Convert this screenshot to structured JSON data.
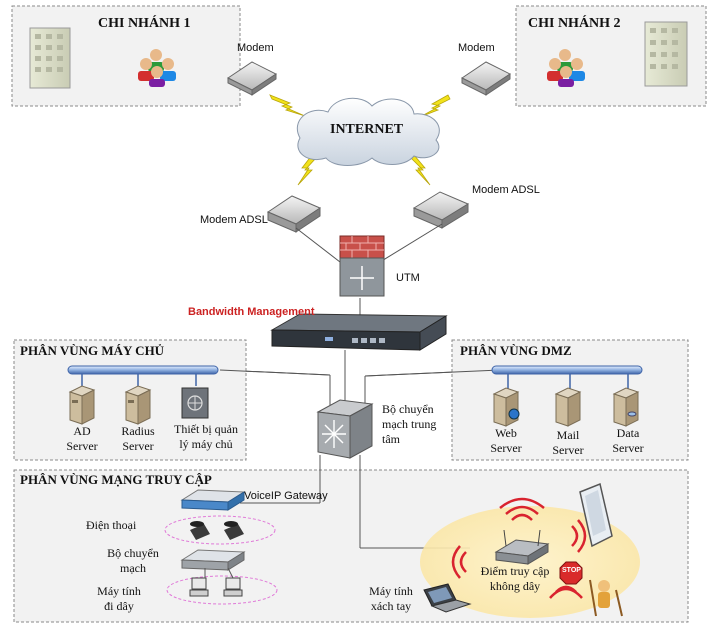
{
  "branch1": {
    "title": "CHI NHÁNH 1",
    "modem": "Modem"
  },
  "branch2": {
    "title": "CHI NHÁNH 2",
    "modem": "Modem"
  },
  "internet": "INTERNET",
  "modem_adsl_left": "Modem ADSL",
  "modem_adsl_right": "Modem ADSL",
  "utm": "UTM",
  "bandwidth": "Bandwidth Management",
  "server_zone": {
    "title": "PHÂN VÙNG MÁY CHỦ",
    "ad": [
      "AD",
      "Server"
    ],
    "radius": [
      "Radius",
      "Server"
    ],
    "mgmt": [
      "Thiết bị quản",
      "lý máy chủ"
    ]
  },
  "core_switch": [
    "Bộ chuyển",
    "mạch trung",
    "tâm"
  ],
  "dmz_zone": {
    "title": "PHÂN VÙNG DMZ",
    "web": [
      "Web",
      "Server"
    ],
    "mail": [
      "Mail",
      "Server"
    ],
    "data": [
      "Data",
      "Server"
    ]
  },
  "access_zone": {
    "title": "PHÂN VÙNG MẠNG TRUY CẬP",
    "voip": "VoiceIP Gateway",
    "phone": "Điện thoại",
    "switch": [
      "Bộ chuyển",
      "mạch"
    ],
    "pc": [
      "Máy tính",
      "đi dây"
    ],
    "laptop": [
      "Máy tính",
      "xách tay"
    ],
    "ap": [
      "Điểm truy cập",
      "không dây"
    ],
    "stop": "STOP"
  },
  "colors": {
    "accent_red": "#cc2222",
    "zone_bg": "#f2f2f2",
    "lightning": "#f2e21a",
    "wifi": "#d9232f"
  }
}
